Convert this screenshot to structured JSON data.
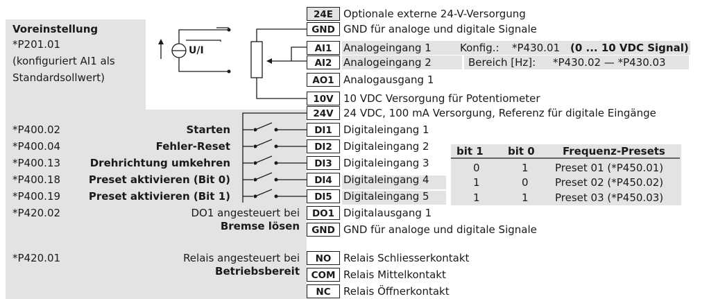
{
  "preset_box": {
    "title": "Voreinstellung",
    "line1": "*P201.01",
    "line2": "(konfiguriert AI1 als",
    "line3": "Standardsollwert)"
  },
  "source_symbol_label": "U/I",
  "terminals": [
    {
      "id": "24E",
      "desc": "Optionale externe 24-V-Versorgung"
    },
    {
      "id": "GND",
      "desc": "GND für analoge und digitale Signale"
    },
    {
      "id": "AI1",
      "desc": "Analogeingang 1"
    },
    {
      "id": "AI2",
      "desc": "Analogeingang 2"
    },
    {
      "id": "AO1",
      "desc": "Analogausgang 1"
    },
    {
      "id": "10V",
      "desc": "10 VDC  Versorgung für Potentiometer"
    },
    {
      "id": "24V",
      "desc": "24 VDC, 100 mA Versorgung, Referenz für digitale Eingänge"
    },
    {
      "id": "DI1",
      "desc": "Digitaleingang 1"
    },
    {
      "id": "DI2",
      "desc": "Digitaleingang 2"
    },
    {
      "id": "DI3",
      "desc": "Digitaleingang 3"
    },
    {
      "id": "DI4",
      "desc": "Digitaleingang 4"
    },
    {
      "id": "DI5",
      "desc": "Digitaleingang 5"
    },
    {
      "id": "DO1",
      "desc": "Digitalausgang 1"
    },
    {
      "id": "GND",
      "desc": "GND für analoge und digitale Signale"
    },
    {
      "id": "NO",
      "desc": "Relais Schliesserkontakt"
    },
    {
      "id": "COM",
      "desc": "Relais Mittelkontakt"
    },
    {
      "id": "NC",
      "desc": "Relais Öffnerkontakt"
    }
  ],
  "analog_config": {
    "konfig_label": "Konfig.:",
    "konfig_code": "*P430.01",
    "konfig_value": "(0 ... 10 VDC Signal)",
    "bereich_label": "Bereich [Hz]:",
    "bereich_value": "*P430.02 — *P430.03"
  },
  "digital_inputs": [
    {
      "code": "*P400.02",
      "label": "Starten"
    },
    {
      "code": "*P400.04",
      "label": "Fehler-Reset"
    },
    {
      "code": "*P400.13",
      "label": "Drehrichtung umkehren"
    },
    {
      "code": "*P400.18",
      "label": "Preset aktivieren (Bit 0)"
    },
    {
      "code": "*P400.19",
      "label": "Preset aktivieren (Bit 1)"
    }
  ],
  "do1": {
    "code": "*P420.02",
    "label_line1": "DO1 angesteuert bei",
    "label_line2": "Bremse lösen"
  },
  "relay": {
    "code": "*P420.01",
    "label_line1": "Relais angesteuert bei",
    "label_line2": "Betriebsbereit"
  },
  "preset_table": {
    "headers": [
      "bit 1",
      "bit 0",
      "Frequenz-Presets"
    ],
    "rows": [
      [
        "0",
        "1",
        "Preset 01 (*P450.01)"
      ],
      [
        "1",
        "0",
        "Preset 02 (*P450.02)"
      ],
      [
        "1",
        "1",
        "Preset 03 (*P450.03)"
      ]
    ]
  },
  "colors": {
    "shade": "#e3e3e3",
    "line": "#1a1a1a"
  }
}
